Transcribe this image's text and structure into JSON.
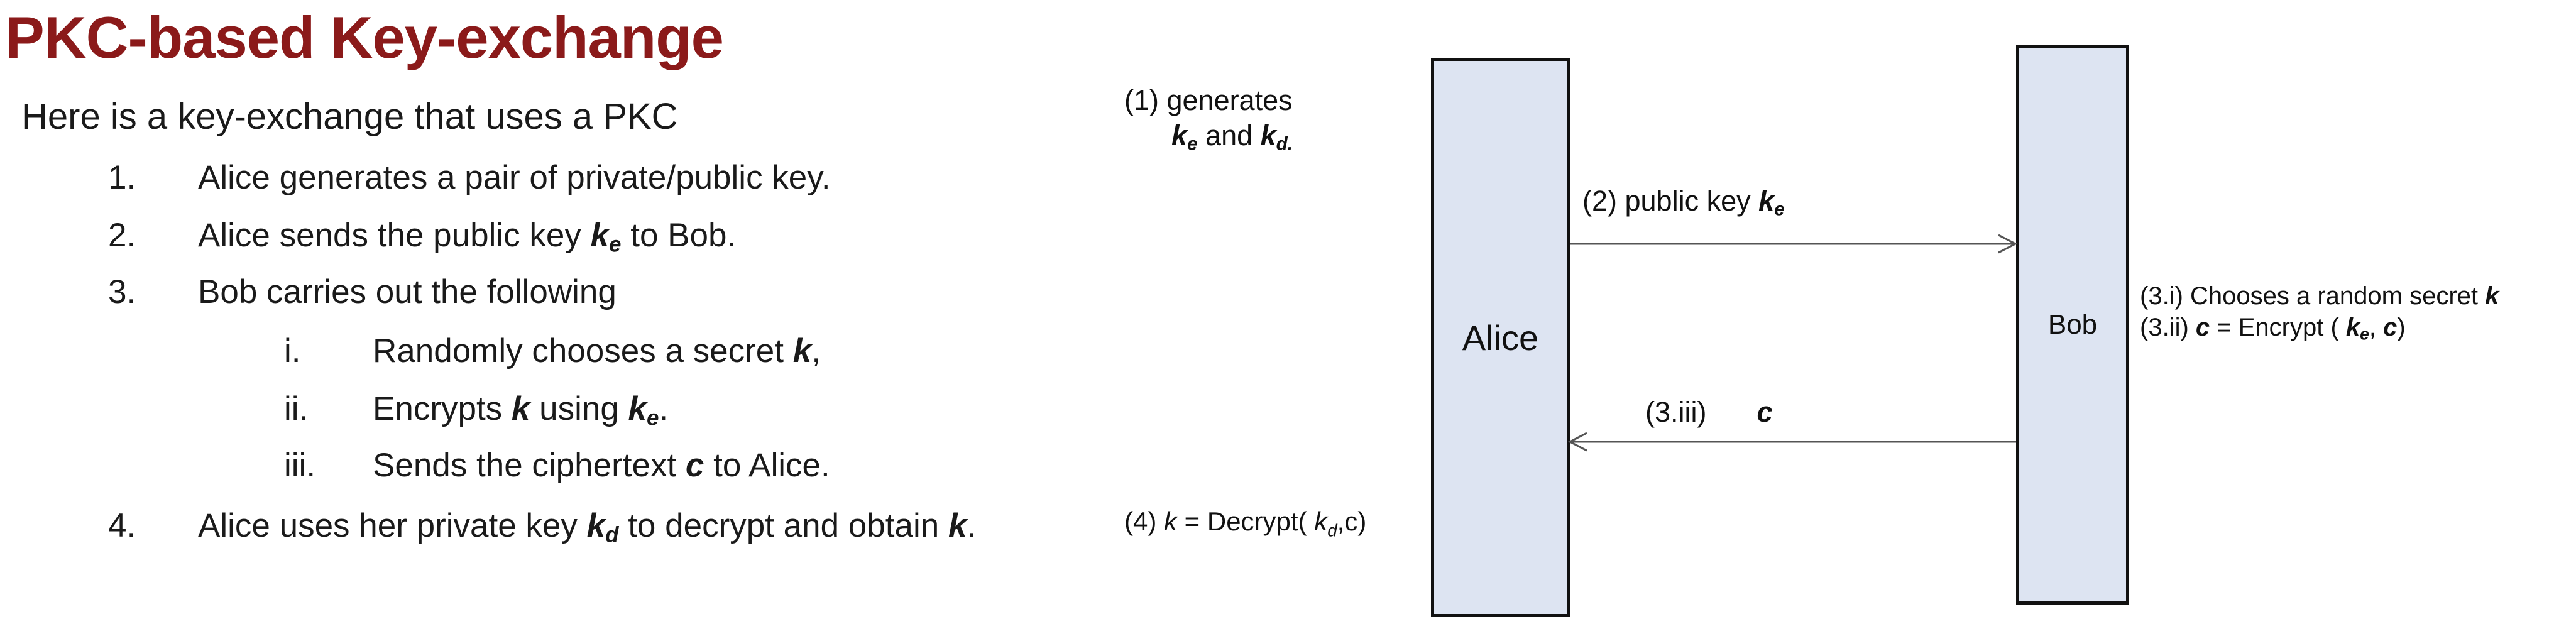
{
  "title": "PKC-based Key-exchange",
  "intro": "Here is a key-exchange that uses a PKC",
  "steps": [
    {
      "num": "1.",
      "text": "Alice generates a pair of private/public key."
    },
    {
      "num": "2.",
      "pre": "Alice sends the public key ",
      "var": "k",
      "sub": "e",
      "post": " to Bob."
    },
    {
      "num": "3.",
      "text": "Bob carries out the following"
    },
    {
      "num": "i.",
      "pre": "Randomly chooses a secret ",
      "var": "k",
      "post": ","
    },
    {
      "num": "ii.",
      "pre": "Encrypts ",
      "var": "k",
      "mid": " using ",
      "var2": "k",
      "sub2": "e",
      "post": "."
    },
    {
      "num": "iii.",
      "pre": "Sends the ciphertext ",
      "var": "c",
      "post": " to Alice."
    },
    {
      "num": "4.",
      "pre": "Alice uses her private key ",
      "var": "k",
      "sub": "d",
      "mid": " to decrypt and obtain ",
      "var2": "k",
      "post": "."
    }
  ],
  "diagram": {
    "alice_label": "Alice",
    "bob_label": "Bob",
    "note1_line1": "(1) generates",
    "note1_k1": "k",
    "note1_sub1": "e",
    "note1_and": " and ",
    "note1_k2": "k",
    "note1_sub2": "d.",
    "msg2_text": "(2) public key ",
    "msg2_k": "k",
    "msg2_sub": "e",
    "note3i": "(3.i) Chooses a random secret ",
    "note3i_k": "k",
    "note3ii_pre": "(3.ii) ",
    "note3ii_c": "c",
    "note3ii_mid": " =  Encrypt ( ",
    "note3ii_k": "k",
    "note3ii_sub": "e",
    "note3ii_comma": ", ",
    "note3ii_c2": "c",
    "note3ii_end": ")",
    "msg3iii_label": "(3.iii)",
    "msg3iii_c": "c",
    "note4_pre": "(4) ",
    "note4_k": "k",
    "note4_mid": " = Decrypt( ",
    "note4_kd": "k",
    "note4_sub": "d",
    "note4_end": ",c)"
  }
}
